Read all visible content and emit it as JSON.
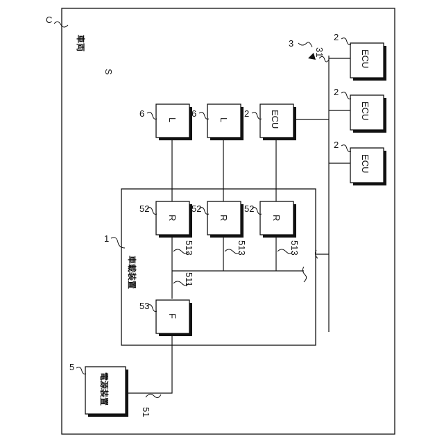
{
  "diagram": {
    "vehicle": {
      "ref": "C",
      "label": "車両"
    },
    "space": {
      "ref": "S"
    },
    "network": {
      "ref": "3",
      "bus_ref": "31"
    },
    "onboard_device": {
      "ref": "1",
      "label": "車載装置"
    },
    "power_device": {
      "ref": "5",
      "label": "電源装置"
    },
    "power_line_ref": "51",
    "trunk_ref": "511",
    "forwarder": {
      "ref": "53",
      "label": "F"
    },
    "relays": [
      {
        "ref": "52",
        "label": "R",
        "line_ref": "513"
      },
      {
        "ref": "52",
        "label": "R",
        "line_ref": "513"
      },
      {
        "ref": "52",
        "label": "R",
        "line_ref": "513"
      }
    ],
    "loads": [
      {
        "ref": "6",
        "label": "L"
      },
      {
        "ref": "6",
        "label": "L"
      }
    ],
    "ecu_mid": {
      "ref": "2",
      "label": "ECU"
    },
    "ecus_right": [
      {
        "ref": "2",
        "label": "ECU"
      },
      {
        "ref": "2",
        "label": "ECU"
      },
      {
        "ref": "2",
        "label": "ECU"
      }
    ]
  }
}
